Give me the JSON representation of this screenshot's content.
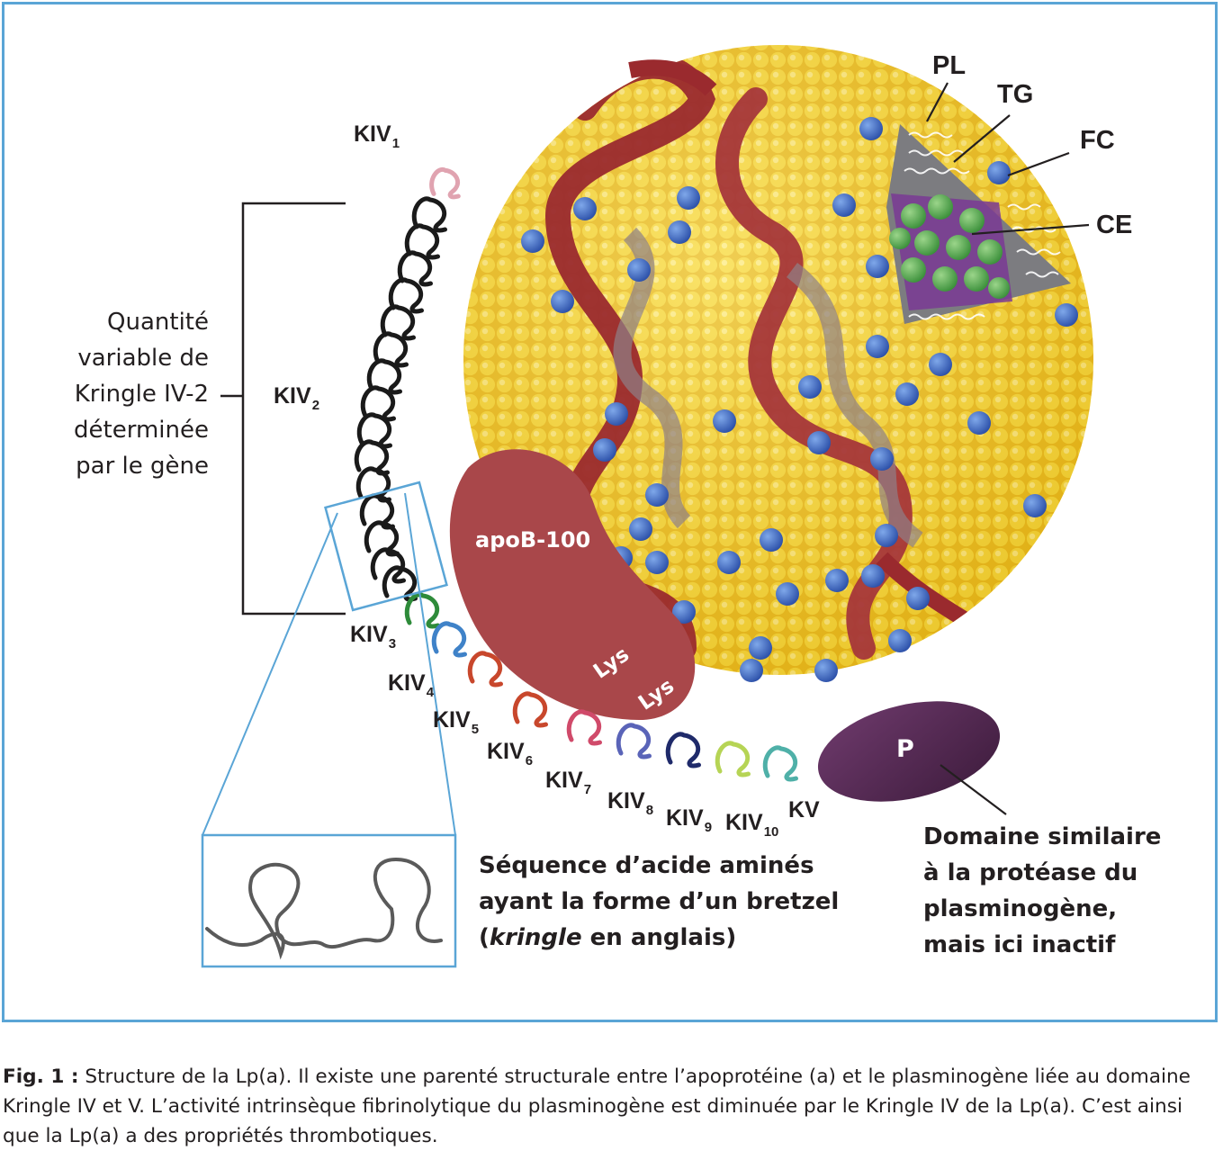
{
  "labels": {
    "kiv1": {
      "main": "KIV",
      "sub": "1"
    },
    "kiv2": {
      "main": "KIV",
      "sub": "2"
    },
    "kiv3": {
      "main": "KIV",
      "sub": "3"
    },
    "kiv4": {
      "main": "KIV",
      "sub": "4"
    },
    "kiv5": {
      "main": "KIV",
      "sub": "5"
    },
    "kiv6": {
      "main": "KIV",
      "sub": "6"
    },
    "kiv7": {
      "main": "KIV",
      "sub": "7"
    },
    "kiv8": {
      "main": "KIV",
      "sub": "8"
    },
    "kiv9": {
      "main": "KIV",
      "sub": "9"
    },
    "kiv10": {
      "main": "KIV",
      "sub": "10"
    },
    "kv": "KV",
    "pl": "PL",
    "tg": "TG",
    "fc": "FC",
    "ce": "CE",
    "apob": "apoB-100",
    "lys1": "Lys",
    "lys2": "Lys",
    "p": "P"
  },
  "side_text": [
    "Quantité",
    "variable de",
    "Kringle IV-2",
    "déterminée",
    "par le gène"
  ],
  "sequence_text": {
    "line1": "Séquence d’acide aminés",
    "line2": "ayant la forme d’un bretzel",
    "line3_html": "(<i>kringle</i> en anglais)"
  },
  "domain_text": [
    "Domaine similaire",
    "à la protéase du",
    "plasminogène,",
    "mais ici inactif"
  ],
  "caption_html": "<b>Fig. 1 :</b> Structure de la Lp(a). Il existe une parenté structurale entre l’apoprotéine (a) et le plasminogène liée au domaine Kringle IV et V. L’activité intrinsèque fibrinolytique du plasminogène est diminuée par le Kringle IV de la Lp(a). C’est ainsi que la Lp(a) a des propriétés thrombotiques.",
  "colors": {
    "frame": "#5aa5d6",
    "sphere": "#f6d12c",
    "apo_b": "#9a2a2e",
    "protease": "#5b2a58",
    "apoprotein_blob": "#a9474a",
    "kiv1": "#e0a3b0",
    "kiv2": "#1a1a1a",
    "kiv3": "#2e8b3a",
    "kiv4": "#3f82c8",
    "kiv5": "#c8472c",
    "kiv6": "#d04a6a",
    "kiv7": "#8a3fa8",
    "kiv8": "#5a64b8",
    "kiv9": "#1f2a6a",
    "kiv10": "#b6d455",
    "kv": "#4fb0a8"
  }
}
